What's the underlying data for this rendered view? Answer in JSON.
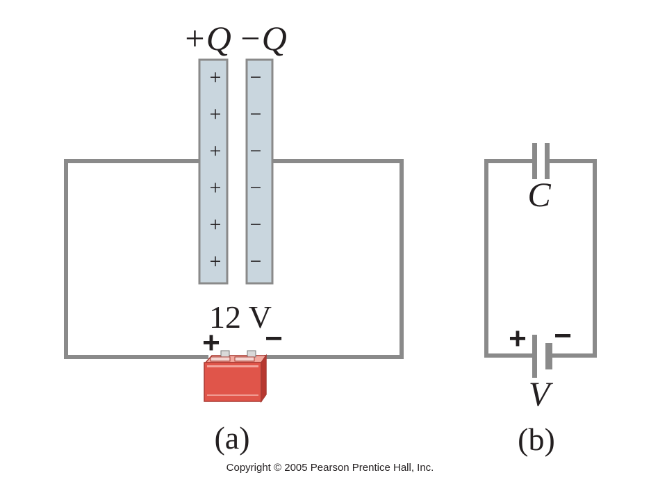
{
  "diagram_a": {
    "plate_left_label": "+Q",
    "plate_right_label": "−Q",
    "plate_left_signs": [
      "+",
      "+",
      "+",
      "+",
      "+",
      "+"
    ],
    "plate_right_signs": [
      "−",
      "−",
      "−",
      "−",
      "−",
      "−"
    ],
    "battery_voltage": "12 V",
    "battery_plus": "+",
    "battery_minus": "−",
    "caption": "(a)"
  },
  "diagram_b": {
    "capacitor_label": "C",
    "battery_label": "V",
    "battery_plus": "+",
    "battery_minus": "−",
    "caption": "(b)"
  },
  "copyright": "Copyright © 2005 Pearson Prentice Hall, Inc.",
  "colors": {
    "wire": "#8a8a8a",
    "plate_fill": "#c9d6de",
    "plate_stroke": "#8a8a8a",
    "battery_red": "#e0554a",
    "text": "#231f20"
  }
}
